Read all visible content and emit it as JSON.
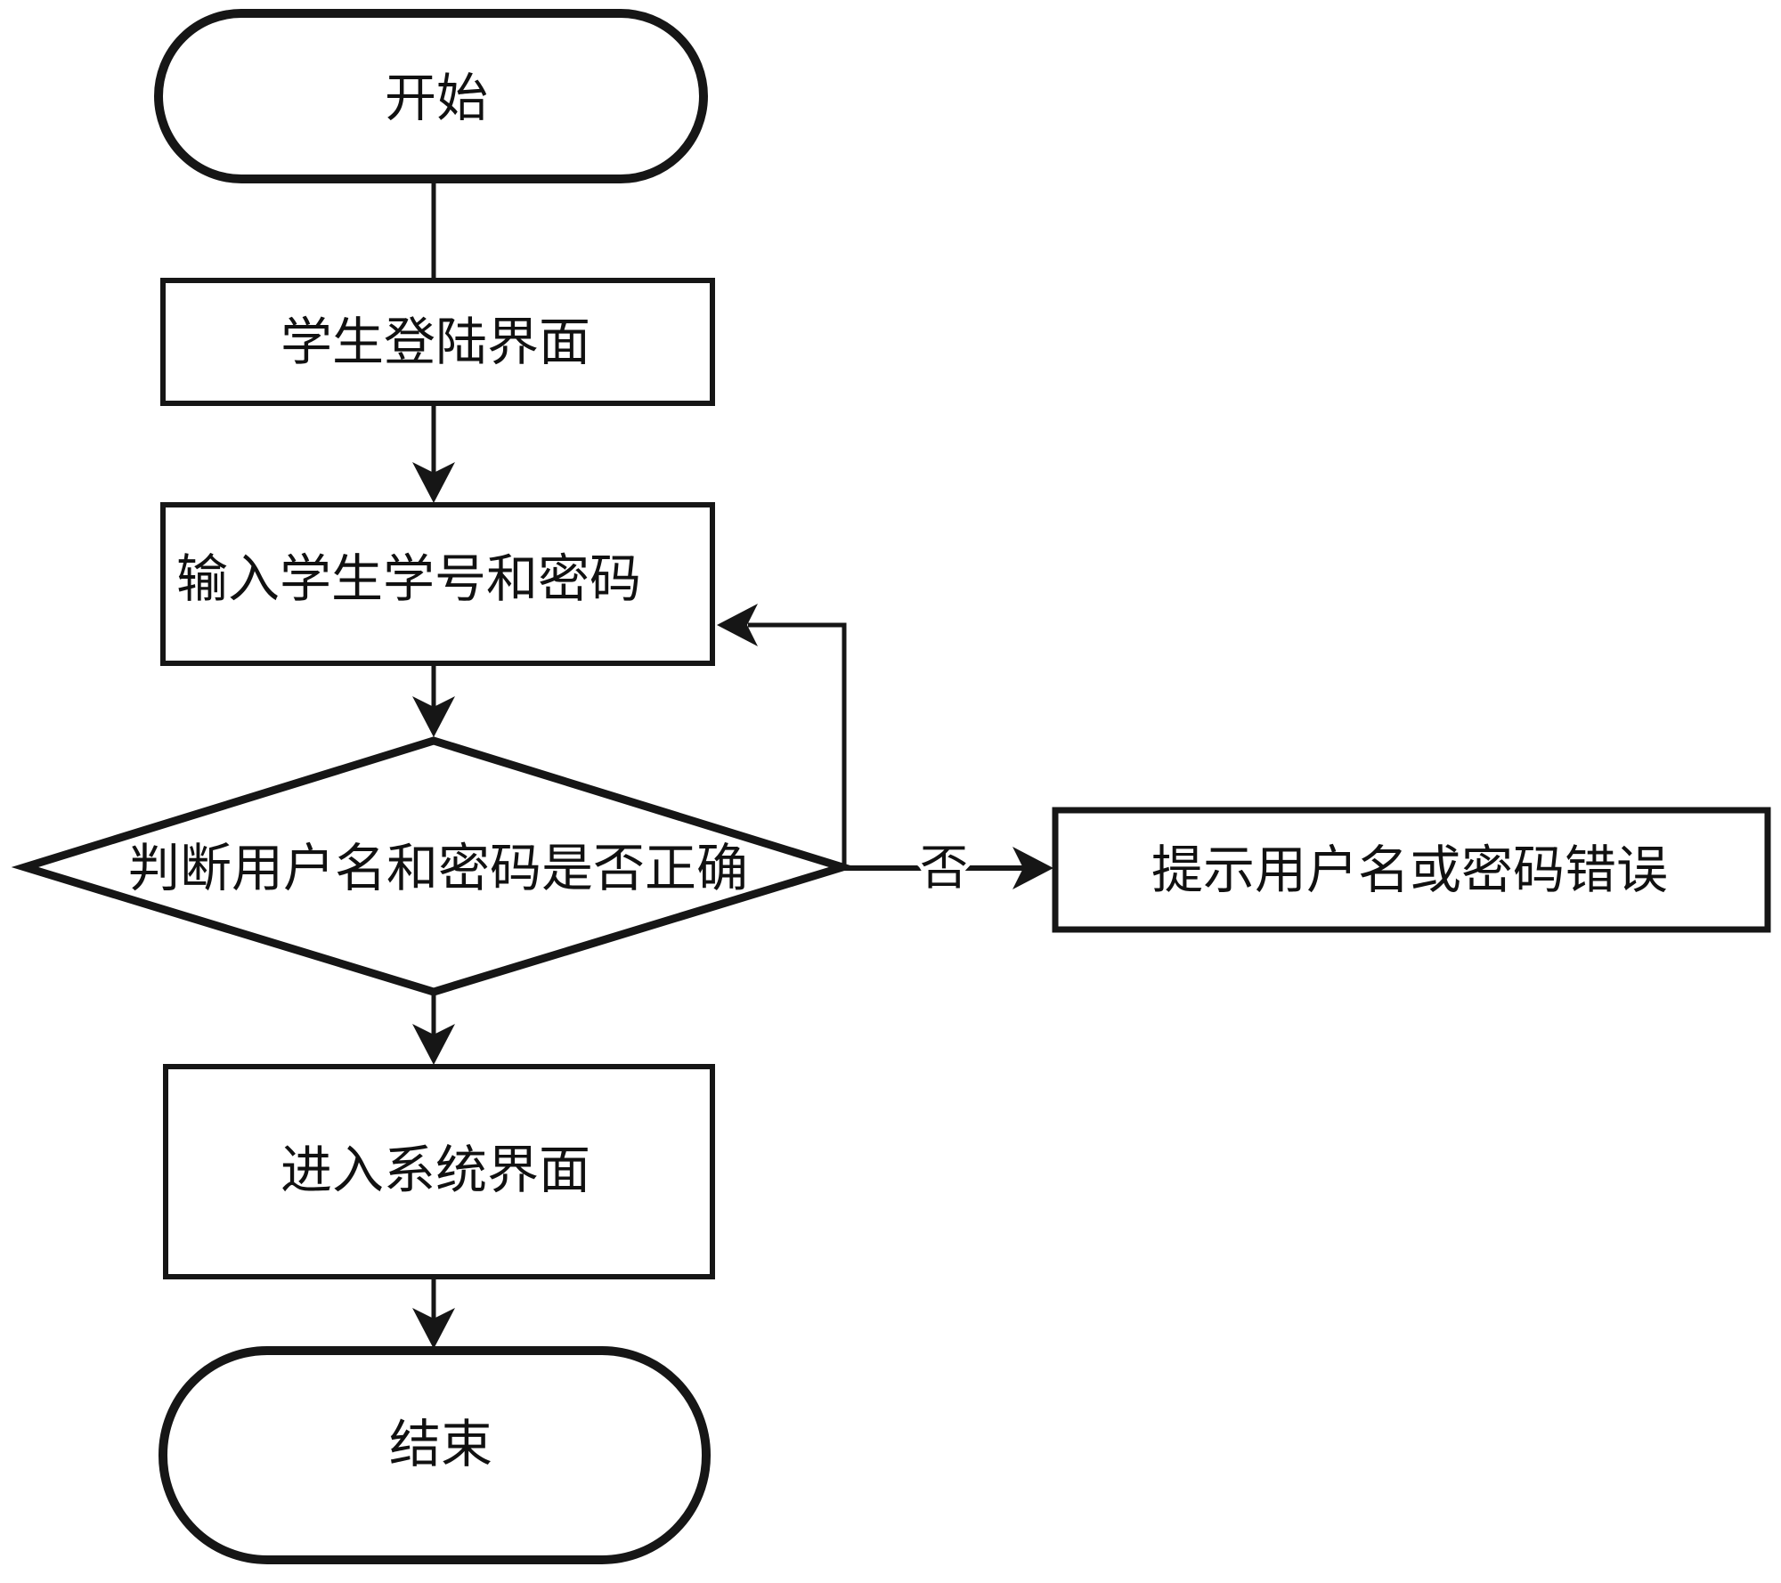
{
  "diagram": {
    "type": "flowchart",
    "colors": {
      "line": "#161616",
      "shape_fill": "#ffffff",
      "background": "#ffffff",
      "text": "#111111"
    },
    "nodes": [
      {
        "id": "start",
        "type": "terminator",
        "label": "开始"
      },
      {
        "id": "login",
        "type": "process",
        "label": "学生登陆界面"
      },
      {
        "id": "input",
        "type": "process",
        "label": "输入学生学号和密码"
      },
      {
        "id": "check",
        "type": "decision",
        "label": "判断用户名和密码是否正确"
      },
      {
        "id": "error",
        "type": "process",
        "label": "提示用户名或密码错误"
      },
      {
        "id": "enter",
        "type": "process",
        "label": "进入系统界面"
      },
      {
        "id": "end",
        "type": "terminator",
        "label": "结束"
      }
    ],
    "edges": [
      {
        "from": "start",
        "to": "login",
        "label": "",
        "arrow": false
      },
      {
        "from": "login",
        "to": "input",
        "label": "",
        "arrow": true
      },
      {
        "from": "input",
        "to": "check",
        "label": "",
        "arrow": true
      },
      {
        "from": "check",
        "to": "error",
        "label": "否",
        "arrow": true
      },
      {
        "from": "check",
        "to": "input",
        "label": "",
        "arrow": true
      },
      {
        "from": "check",
        "to": "enter",
        "label": "",
        "arrow": true
      },
      {
        "from": "enter",
        "to": "end",
        "label": "",
        "arrow": true
      }
    ]
  }
}
